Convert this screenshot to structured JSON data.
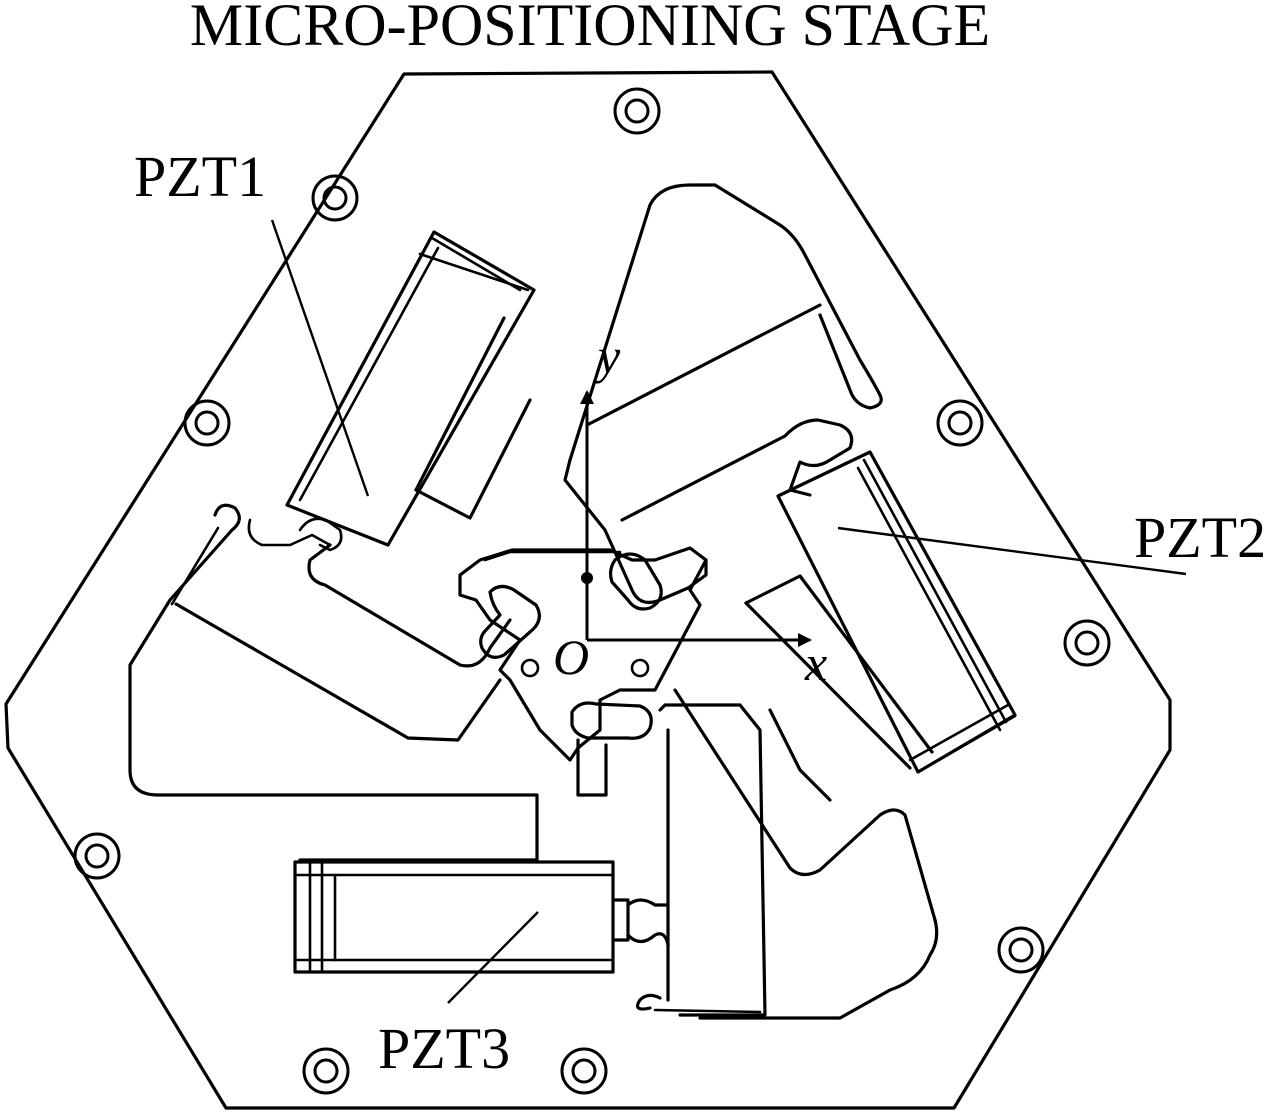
{
  "title": "MICRO-POSITIONING STAGE",
  "labels": {
    "pzt1": "PZT1",
    "pzt2": "PZT2",
    "pzt3": "PZT3"
  },
  "axes": {
    "x": "x",
    "y": "y",
    "origin": "O"
  },
  "colors": {
    "line": "#000000",
    "background": "#ffffff"
  }
}
